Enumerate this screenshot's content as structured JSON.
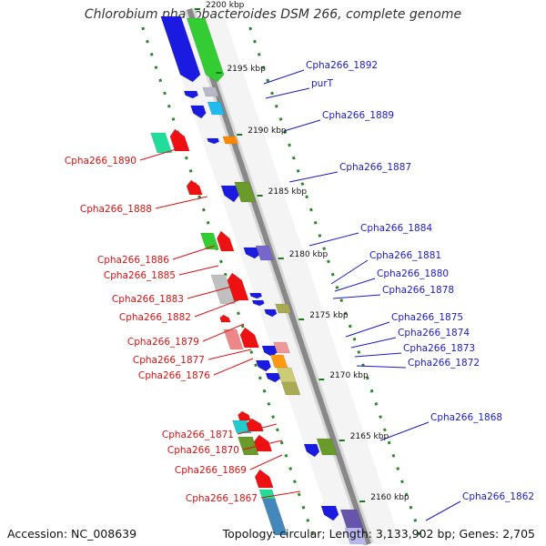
{
  "title": "Chlorobium phaeobacteroides DSM 266, complete genome",
  "accession": "Accession: NC_008639",
  "topology": "Topology: circular; Length: 3,133,902 bp; Genes: 2,705",
  "ticks": [
    "2200 kbp",
    "2195 kbp",
    "2190 kbp",
    "2185 kbp",
    "2180 kbp",
    "2175 kbp",
    "2170 kbp",
    "2165 kbp",
    "2160 kbp"
  ],
  "labels_right": [
    "Cpha266_1892",
    "purT",
    "Cpha266_1889",
    "Cpha266_1887",
    "Cpha266_1884",
    "Cpha266_1881",
    "Cpha266_1880",
    "Cpha266_1878",
    "Cpha266_1875",
    "Cpha266_1874",
    "Cpha266_1873",
    "Cpha266_1872",
    "Cpha266_1868",
    "Cpha266_1862"
  ],
  "labels_left": [
    "Cpha266_1890",
    "Cpha266_1888",
    "Cpha266_1886",
    "Cpha266_1885",
    "Cpha266_1883",
    "Cpha266_1882",
    "Cpha266_1879",
    "Cpha266_1877",
    "Cpha266_1876",
    "Cpha266_1871",
    "Cpha266_1870",
    "Cpha266_1869",
    "Cpha266_1867"
  ],
  "colors": {
    "forward_label": "#1a1acc",
    "reverse_label": "#dd1111",
    "backbone": "#888888",
    "dots": "#2a8a2a"
  }
}
